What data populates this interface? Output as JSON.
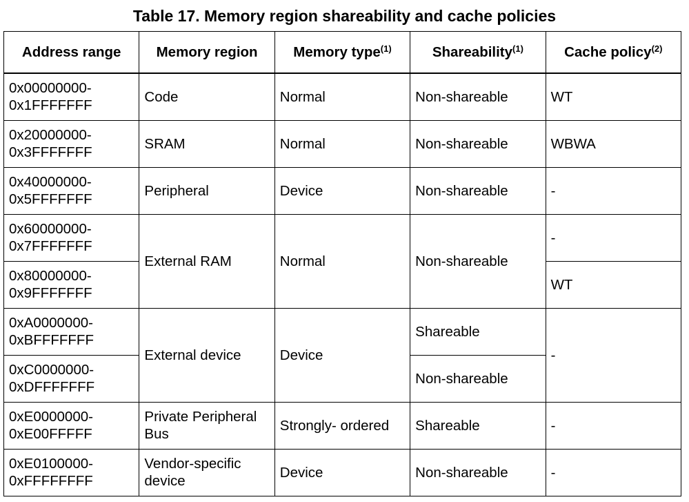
{
  "caption": "Table 17. Memory region shareability and cache policies",
  "headers": {
    "address_range": "Address range",
    "memory_region": "Memory region",
    "memory_type": "Memory type",
    "memory_type_note": "(1)",
    "shareability": "Shareability",
    "shareability_note": "(1)",
    "cache_policy": "Cache policy",
    "cache_policy_note": "(2)"
  },
  "rows": [
    {
      "addr_start": "0x00000000-",
      "addr_end": "0x1FFFFFFF",
      "region": "Code",
      "type": "Normal",
      "share": "Non-shareable",
      "cache": "WT"
    },
    {
      "addr_start": "0x20000000-",
      "addr_end": "0x3FFFFFFF",
      "region": "SRAM",
      "type": "Normal",
      "share": "Non-shareable",
      "cache": "WBWA"
    },
    {
      "addr_start": "0x40000000-",
      "addr_end": "0x5FFFFFFF",
      "region": "Peripheral",
      "type": "Device",
      "share": "Non-shareable",
      "cache": "-"
    },
    {
      "addr_start": "0x60000000-",
      "addr_end": "0x7FFFFFFF",
      "region": "External RAM",
      "type": "Normal",
      "share": "Non-shareable",
      "cache": "-"
    },
    {
      "addr_start": "0x80000000-",
      "addr_end": "0x9FFFFFFF",
      "cache": "WT"
    },
    {
      "addr_start": "0xA0000000-",
      "addr_end": "0xBFFFFFFF",
      "region": "External device",
      "type": "Device",
      "share": "Shareable",
      "cache": "-"
    },
    {
      "addr_start": "0xC0000000-",
      "addr_end": "0xDFFFFFFF",
      "share": "Non-shareable"
    },
    {
      "addr_start": "0xE0000000-",
      "addr_end": "0xE00FFFFF",
      "region_line1": "Private Peripheral",
      "region_line2": "Bus",
      "type": "Strongly- ordered",
      "share": "Shareable",
      "cache": "-"
    },
    {
      "addr_start": "0xE0100000-",
      "addr_end": "0xFFFFFFFF",
      "region_line1": "Vendor-specific",
      "region_line2": "device",
      "type": "Device",
      "share": "Non-shareable",
      "cache": "-"
    }
  ]
}
